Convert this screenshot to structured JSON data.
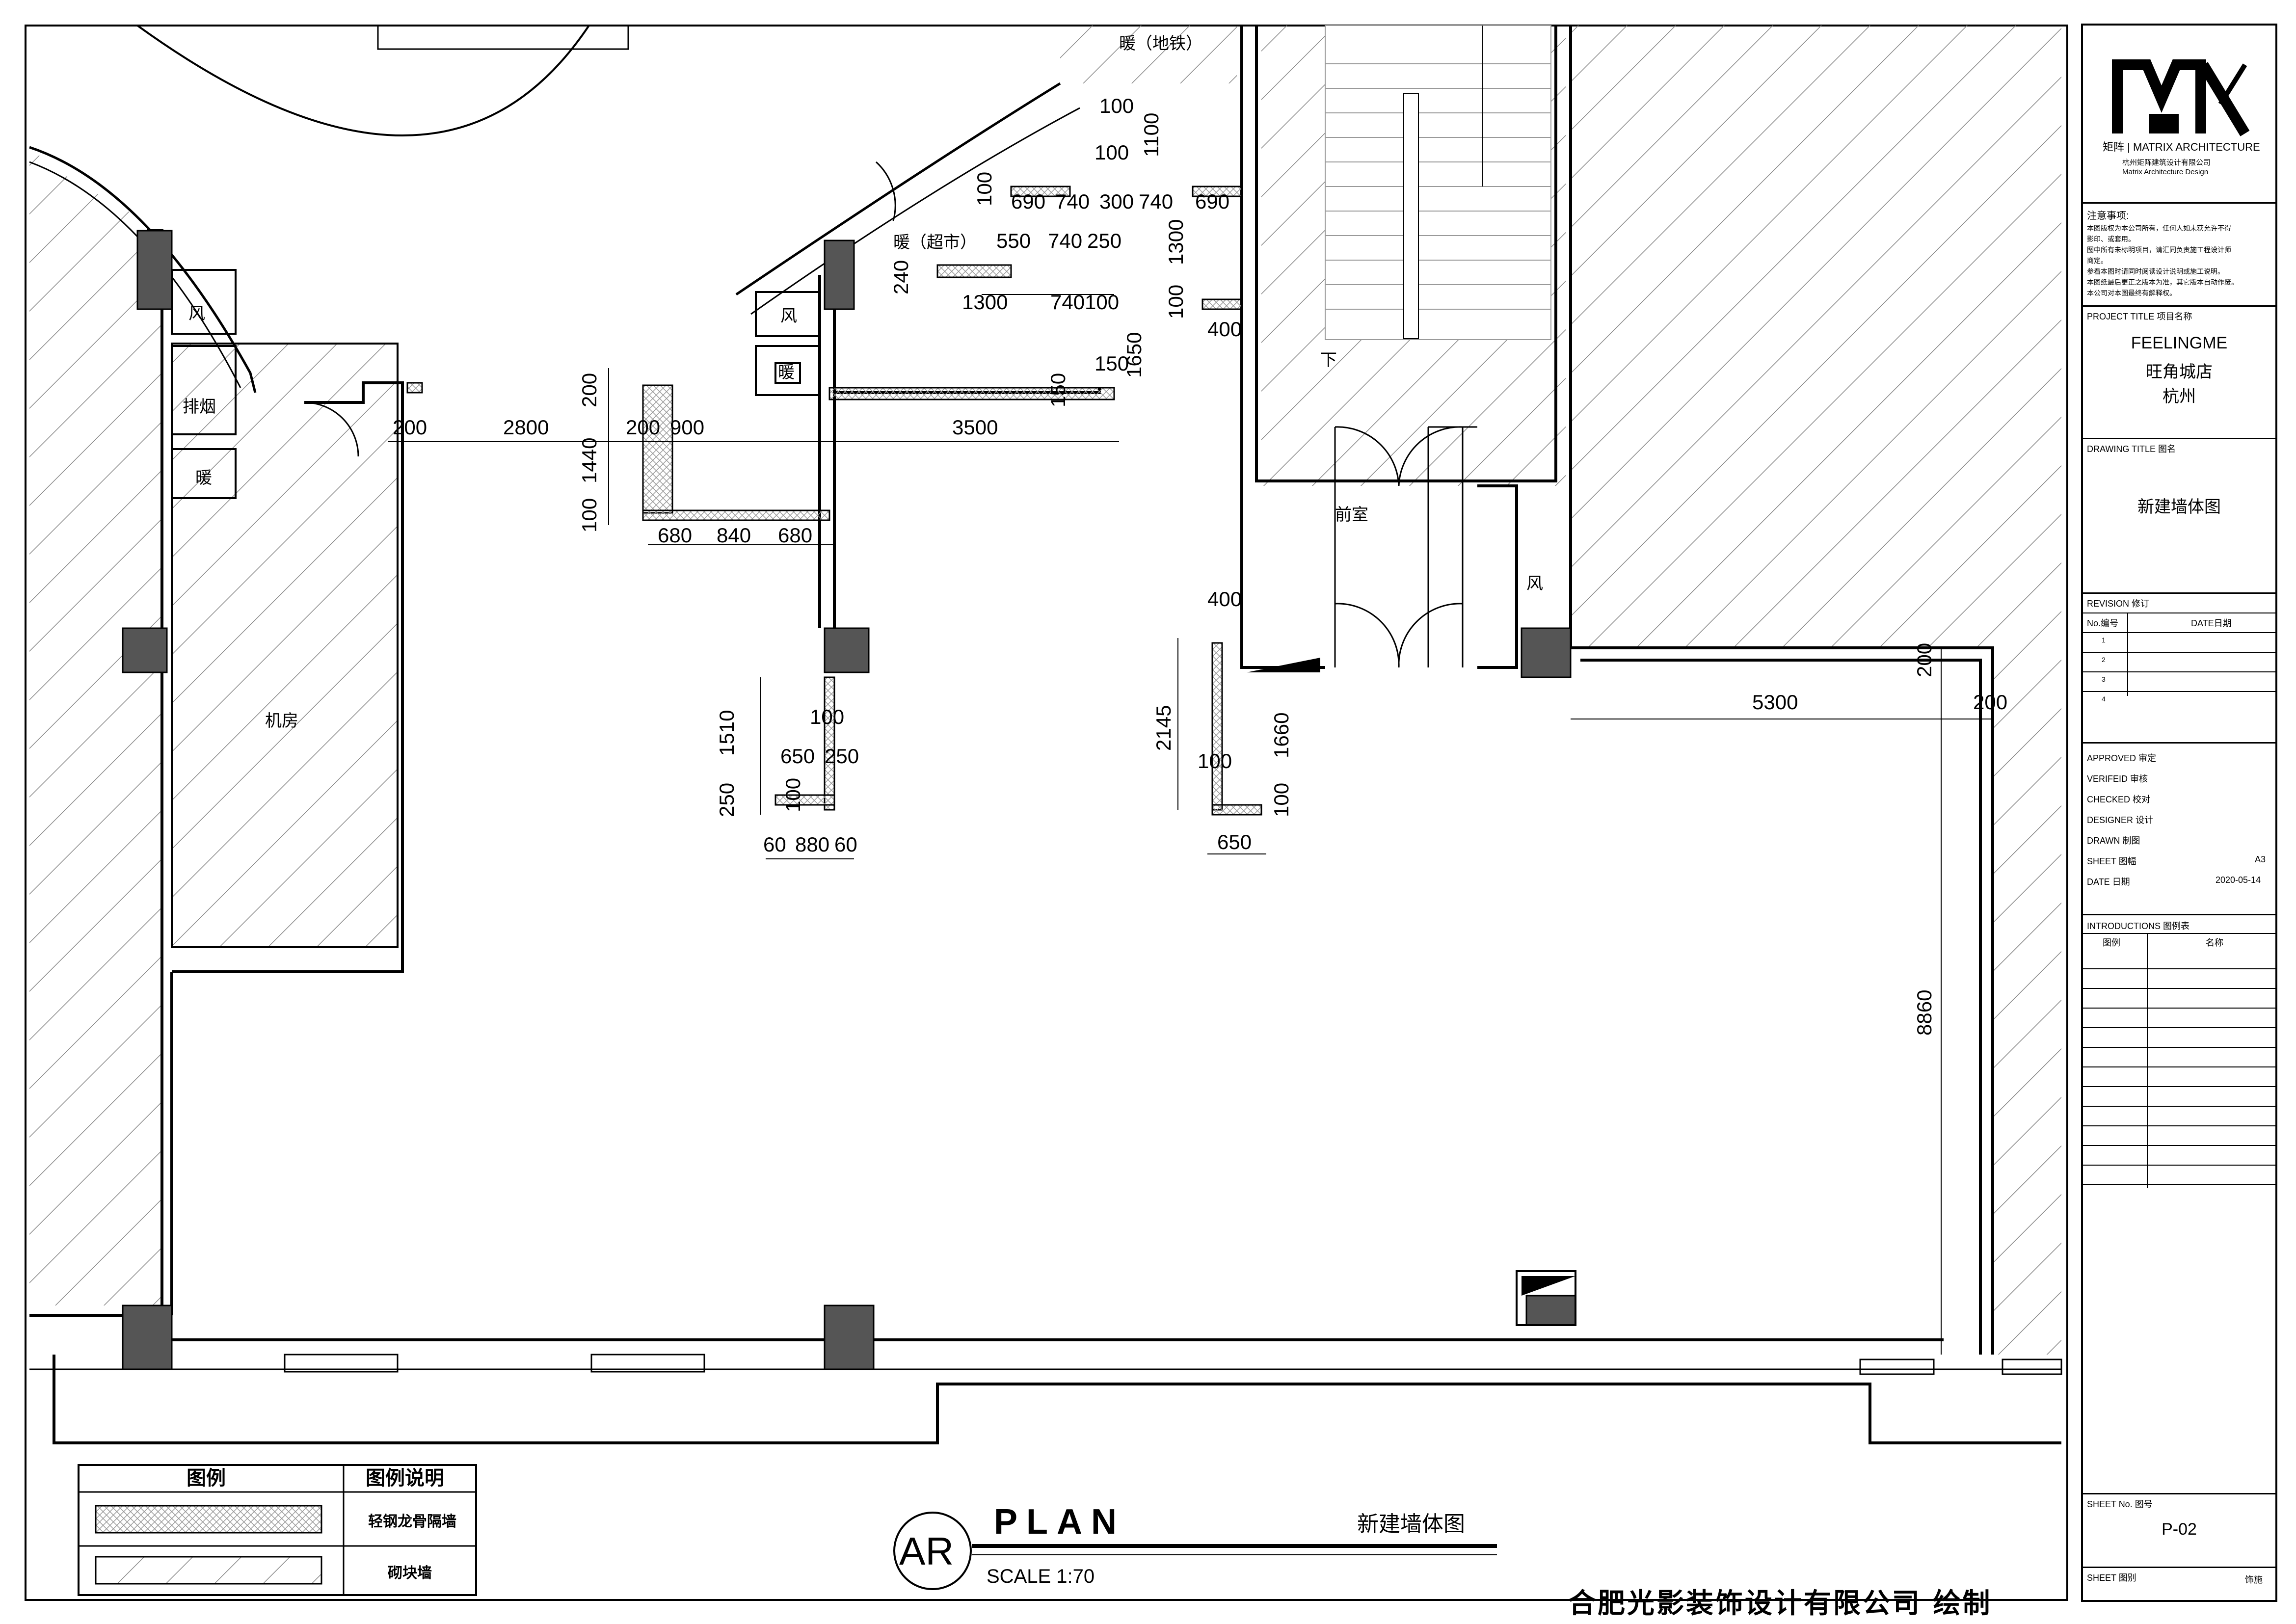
{
  "plan": {
    "rooms": {
      "jifang": "机房",
      "feng_left": "风",
      "paiyan": "排烟",
      "nuan_left": "暖",
      "feng_mid": "风",
      "nuan_mid": "暖",
      "qianshi": "前室",
      "feng_right": "风",
      "xia": "下",
      "nuan_ditie": "暖（地铁）",
      "nuan_chaoshi": "暖（超市）"
    },
    "dims": {
      "d200a": "200",
      "d2800": "2800",
      "d200b": "200",
      "d900": "900",
      "d3500": "3500",
      "d1440": "1440",
      "d200v": "200",
      "d100v": "100",
      "d680a": "680",
      "d840": "840",
      "d680b": "680",
      "d100t1": "100",
      "d100t2": "100",
      "d1100": "1100",
      "d100s": "100",
      "d690a": "690",
      "d740a": "740",
      "d300": "300",
      "d740b": "740",
      "d690b": "690",
      "d550": "550",
      "d740c": "740",
      "d250a": "250",
      "d1300v": "1300",
      "d240": "240",
      "d1300h": "1300",
      "d740d": "740",
      "d100h": "100",
      "d100v2": "100",
      "d1650": "1650",
      "d150a": "150",
      "d150b": "150",
      "d400a": "400",
      "d400b": "400",
      "d1510": "1510",
      "d100c": "100",
      "d650a": "650",
      "d250b": "250",
      "d250c": "250",
      "d100d": "100",
      "d60a": "60",
      "d880": "880",
      "d60b": "60",
      "d2145": "2145",
      "d100e": "100",
      "d1660": "1660",
      "d100f": "100",
      "d650b": "650",
      "d200r1": "200",
      "d5300": "5300",
      "d200r2": "200",
      "d8860": "8860"
    },
    "legend": {
      "col1": "图例",
      "col2": "图例说明",
      "row1": "轻钢龙骨隔墙",
      "row2": "砌块墙"
    },
    "title_block": {
      "ar": "AR",
      "plan": "PLAN",
      "name": "新建墙体图",
      "scale": "SCALE  1:70"
    },
    "company_sign": "合肥光影装饰设计有限公司  绘制"
  },
  "sidebar": {
    "brand_sub": "矩阵 | MATRIX ARCHITECTURE",
    "brand_cn": "杭州矩阵建筑设计有限公司",
    "brand_en": "Matrix Architecture Design",
    "notes_title": "注意事项:",
    "notes": [
      "本图版权为本公司所有，任何人如未获允许不得",
      "影印、或套用。",
      "图中所有未标明项目，请汇同负责施工程设计师",
      "商定。",
      "参看本图时请同时阅读设计说明或施工说明。",
      "本图纸最后更正之版本为准，其它版本自动作废。",
      "本公司对本图最终有解释权。"
    ],
    "project_title_label": "PROJECT TITLE    项目名称",
    "project_lines": [
      "FEELINGME",
      "旺角城店",
      "杭州"
    ],
    "drawing_title_label": "DRAWING TITLE    图名",
    "drawing_title": "新建墙体图",
    "revision_label": "REVISION  修订",
    "rev_no": "No.编号",
    "rev_date": "DATE日期",
    "rev_marks": [
      "1",
      "2",
      "3",
      "4"
    ],
    "approved": "APPROVED  审定",
    "verified": "VERIFEID  审核",
    "checked": "CHECKED   校对",
    "designer": "DESIGNER  设计",
    "drawn": "DRAWN     制图",
    "sheet": "SHEET     图幅",
    "sheet_val": "A3",
    "date": "DATE      日期",
    "date_val": "2020-05-14",
    "intro_label": "INTRODUCTIONS  图例表",
    "intro_col1": "图例",
    "intro_col2": "名称",
    "sheet_no_label": "SHEET No.  图号",
    "sheet_no": "P-02",
    "sheet_sub_label": "SHEET  图别",
    "sheet_sub_val": "饰施"
  }
}
